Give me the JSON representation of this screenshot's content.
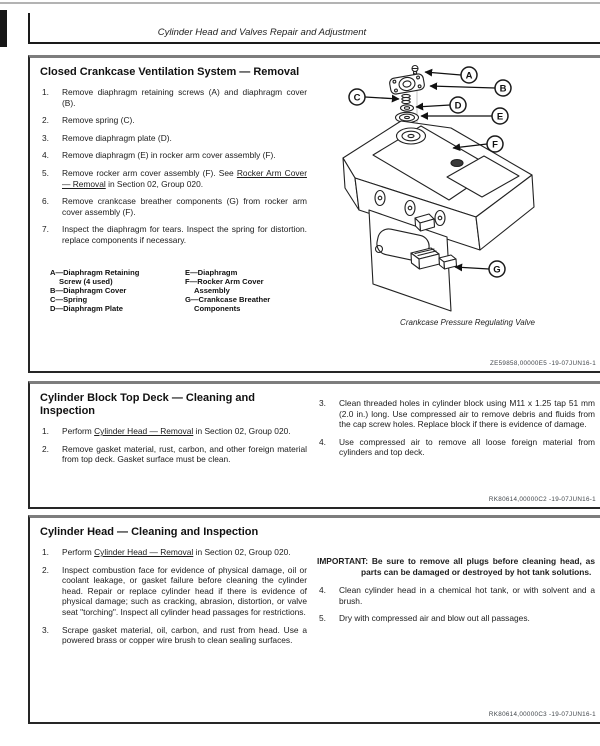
{
  "header": {
    "title": "Cylinder Head and Valves Repair and Adjustment"
  },
  "section1": {
    "title": "Closed Crankcase Ventilation System — Removal",
    "steps": [
      {
        "num": "1.",
        "pre": "Remove diaphragm retaining screws (A) and diaphragm cover (B)."
      },
      {
        "num": "2.",
        "pre": "Remove spring (C)."
      },
      {
        "num": "3.",
        "pre": "Remove diaphragm plate (D)."
      },
      {
        "num": "4.",
        "pre": "Remove diaphragm (E) in rocker arm cover assembly (F)."
      },
      {
        "num": "5.",
        "pre": "Remove rocker arm cover assembly (F). See ",
        "link": "Rocker Arm Cover — Removal",
        "post": " in Section 02, Group 020."
      },
      {
        "num": "6.",
        "pre": "Remove crankcase breather components (G) from rocker arm cover assembly (F)."
      },
      {
        "num": "7.",
        "pre": "Inspect the diaphragm for tears. Inspect the spring for distortion. replace components if necessary."
      }
    ],
    "legend_col1": [
      {
        "line1": "A—Diaphragm Retaining",
        "line2": "Screw (4 used)"
      },
      {
        "line1": "B—Diaphragm Cover"
      },
      {
        "line1": "C—Spring"
      },
      {
        "line1": "D—Diaphragm Plate"
      }
    ],
    "legend_col2": [
      {
        "line1": "E—Diaphragm"
      },
      {
        "line1": "F—Rocker Arm Cover",
        "line2": "Assembly"
      },
      {
        "line1": "G—Crankcase Breather",
        "line2": "Components"
      }
    ],
    "callouts": [
      "A",
      "B",
      "C",
      "D",
      "E",
      "F",
      "G"
    ],
    "figure_caption": "Crankcase Pressure Regulating Valve",
    "footer_code": "ZE59858,00000E5 -19-07JUN16-1"
  },
  "section2": {
    "title": "Cylinder Block Top Deck — Cleaning and Inspection",
    "steps_left": [
      {
        "num": "1.",
        "pre": "Perform ",
        "link": "Cylinder Head — Removal",
        "post": " in Section 02, Group 020."
      },
      {
        "num": "2.",
        "pre": "Remove gasket material, rust, carbon, and other foreign material from top deck. Gasket surface must be clean."
      }
    ],
    "steps_right": [
      {
        "num": "3.",
        "pre": "Clean threaded holes in cylinder block using M11 x 1.25 tap 51 mm (2.0 in.) long. Use compressed air to remove debris and fluids from the cap screw holes. Replace block if there is evidence of damage."
      },
      {
        "num": "4.",
        "pre": "Use compressed air to remove all loose foreign material from cylinders and top deck."
      }
    ],
    "footer_code": "RK80614,00000C2 -19-07JUN16-1"
  },
  "section3": {
    "title": "Cylinder Head — Cleaning and Inspection",
    "steps_left": [
      {
        "num": "1.",
        "pre": "Perform ",
        "link": "Cylinder Head — Removal",
        "post": " in Section 02, Group 020."
      },
      {
        "num": "2.",
        "pre": "Inspect combustion face for evidence of physical damage, oil or coolant leakage, or gasket failure before cleaning the cylinder head. Repair or replace cylinder head if there is evidence of physical damage; such as cracking, abrasion, distortion, or valve seat \"torching\". Inspect all cylinder head passages for restrictions."
      },
      {
        "num": "3.",
        "pre": "Scrape gasket material, oil, carbon, and rust from head. Use a powered brass or copper wire brush to clean sealing surfaces."
      }
    ],
    "important": {
      "label": "IMPORTANT:",
      "text": " Be sure to remove all plugs before cleaning head, as parts can be damaged or destroyed by hot tank solutions."
    },
    "steps_right": [
      {
        "num": "4.",
        "pre": "Clean cylinder head in a chemical hot tank, or with solvent and a brush."
      },
      {
        "num": "5.",
        "pre": "Dry with compressed air and blow out all passages."
      }
    ],
    "footer_code": "RK80614,00000C3 -19-07JUN16-1"
  }
}
